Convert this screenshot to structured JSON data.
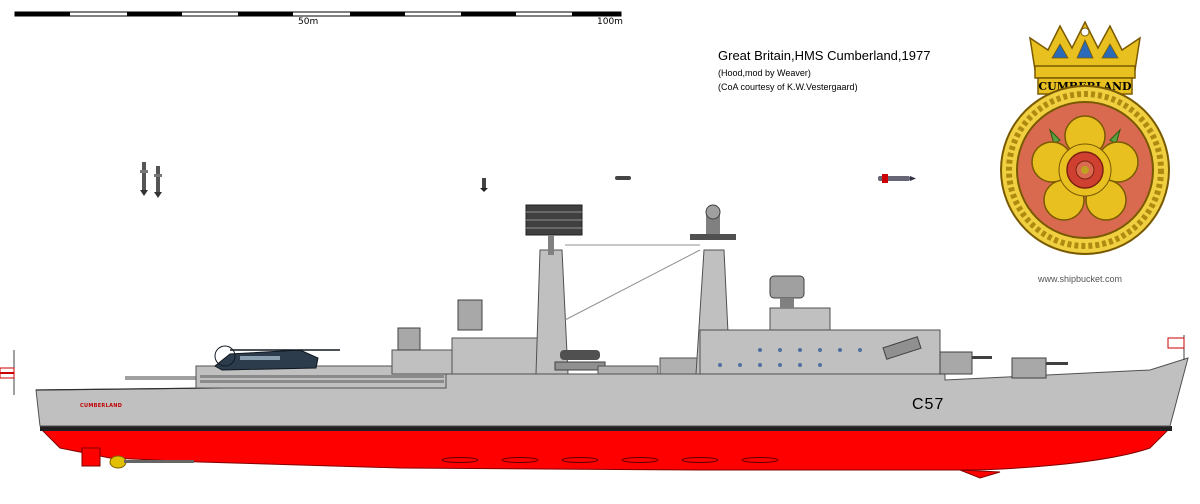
{
  "scale": {
    "mark_mid": "50m",
    "mark_end": "100m"
  },
  "caption": {
    "title": "Great Britain,HMS Cumberland,1977",
    "credit": "(Hood,mod by Weaver)",
    "coa_credit": "(CoA courtesy of  K.W.Vestergaard)"
  },
  "ship": {
    "hull_name": "CUMBERLAND",
    "pennant": "C57"
  },
  "crest": {
    "motto_text": "CUMBERLAND"
  },
  "watermark": "www.shipbucket.com",
  "colors": {
    "hull_grey": "#c0c0c0",
    "antifouling_red": "#ff0000",
    "crest_red": "#d96a50",
    "crest_gold": "#e8c020",
    "rope_gold": "#f0d040"
  }
}
